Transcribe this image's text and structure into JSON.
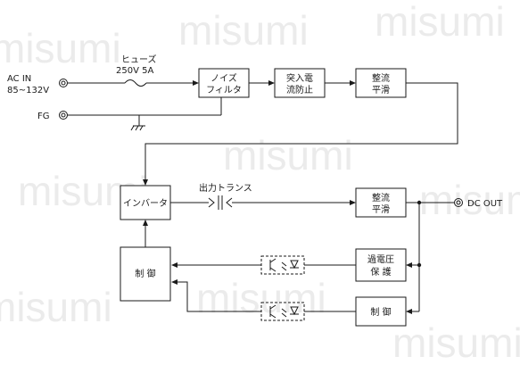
{
  "watermark": "misumi",
  "inputs": {
    "ac_in": "AC IN",
    "ac_range": "85~132V",
    "fg": "FG"
  },
  "fuse": {
    "label": "ヒューズ",
    "rating": "250V 5A"
  },
  "blocks": {
    "noise_filter": [
      "ノイズ",
      "フィルタ"
    ],
    "inrush": [
      "突入電",
      "流防止"
    ],
    "rectifier1": [
      "整流",
      "平滑"
    ],
    "inverter": "インバータ",
    "rectifier2": [
      "整流",
      "平滑"
    ],
    "control_left": "制 御",
    "ovp": [
      "過電圧",
      "保 護"
    ],
    "control_right": "制 御"
  },
  "transformer": {
    "label": "出力トランス"
  },
  "output": {
    "dc_out": "DC OUT"
  }
}
